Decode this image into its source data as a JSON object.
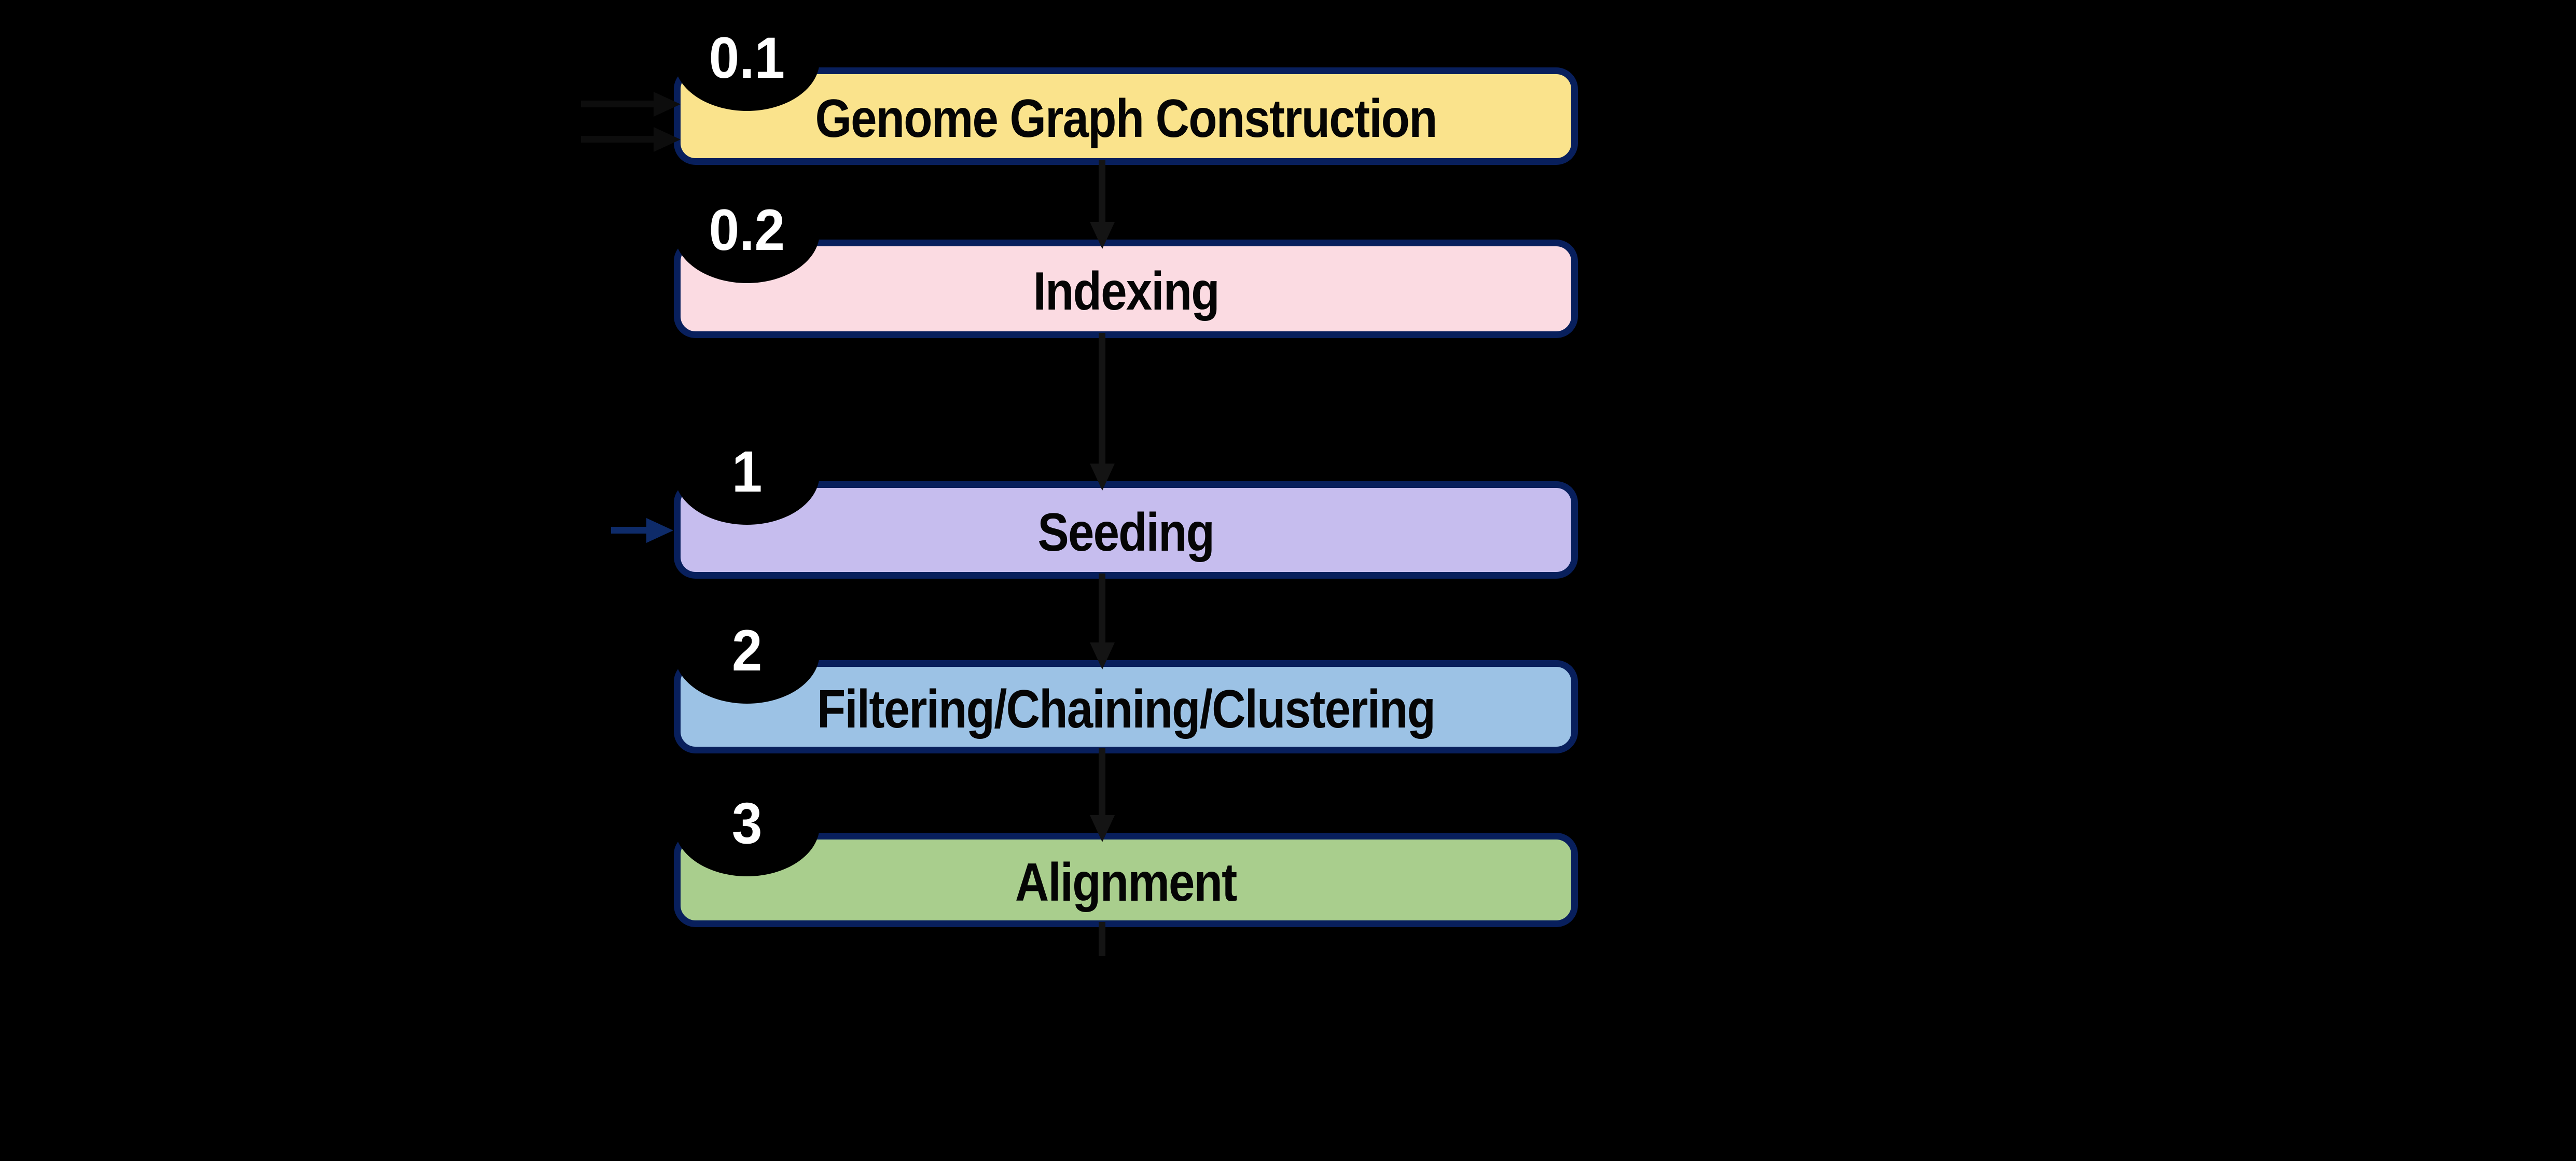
{
  "diagram": {
    "name": "read-mapping-pipeline",
    "background_color": "#000000",
    "box_border_color": "#081F5C",
    "flow_arrow_color": "#141414",
    "hidden_input_arrow_color": "#0D0D0D",
    "seeding_input_arrow_color": "#0E2B69",
    "badge_bg_color": "#000000",
    "badge_text_color": "#FFFFFF",
    "label_text_color": "#050505",
    "icons": {
      "flow_arrow": "down-arrow",
      "seeding_input_arrow": "right-arrow",
      "hidden_input_arrowheads": "right-arrow"
    },
    "stages": [
      {
        "badge": "0.1",
        "label": "Genome Graph Construction",
        "fill": "#FAE38C"
      },
      {
        "badge": "0.2",
        "label": "Indexing",
        "fill": "#FBDBE2"
      },
      {
        "badge": "1",
        "label": "Seeding",
        "fill": "#C6BDEE"
      },
      {
        "badge": "2",
        "label": "Filtering/Chaining/Clustering",
        "fill": "#9CC2E5"
      },
      {
        "badge": "3",
        "label": "Alignment",
        "fill": "#A9CE8D"
      }
    ]
  }
}
